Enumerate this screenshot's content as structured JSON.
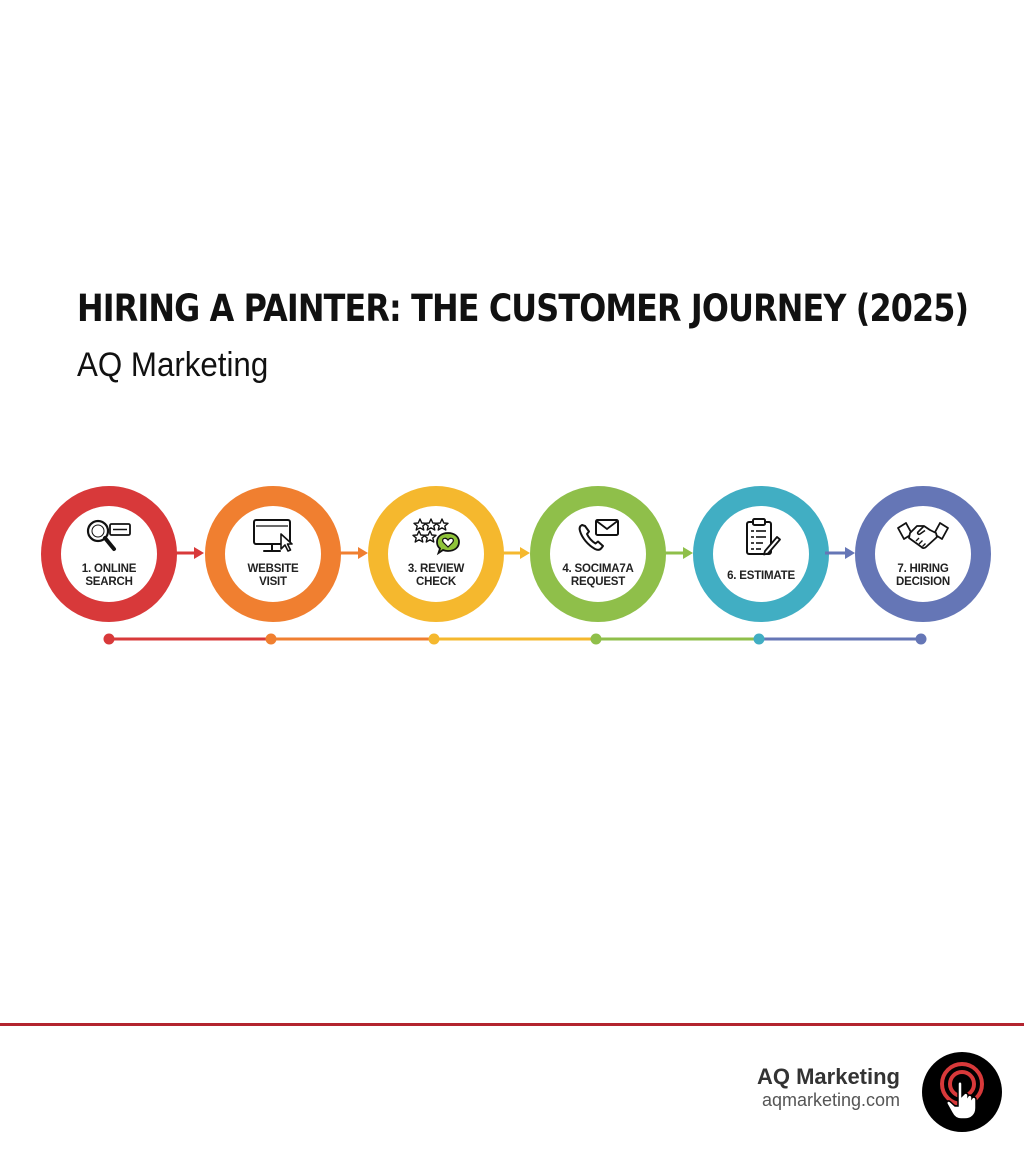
{
  "header": {
    "title": "HIRING A PAINTER: THE CUSTOMER JOURNEY (2025)",
    "subtitle": "AQ Marketing"
  },
  "steps": [
    {
      "label_line1": "1. ONLINE",
      "label_line2": "SEARCH",
      "icon": "magnifier-search-icon",
      "color": "#d8393a"
    },
    {
      "label_line1": "WEBSITE",
      "label_line2": "VISIT",
      "icon": "monitor-cursor-icon",
      "color": "#f07f30"
    },
    {
      "label_line1": "3. REVIEW",
      "label_line2": "CHECK",
      "icon": "stars-chat-heart-icon",
      "color": "#f5b82e"
    },
    {
      "label_line1": "4. SOCIMA7A",
      "label_line2": "REQUEST",
      "icon": "phone-envelope-icon",
      "color": "#8fbf4a"
    },
    {
      "label_line1": "6. ESTIMATE",
      "label_line2": "",
      "icon": "clipboard-pencil-icon",
      "color": "#41aec3"
    },
    {
      "label_line1": "7. HIRING",
      "label_line2": "DECISION",
      "icon": "handshake-icon",
      "color": "#6576b6"
    }
  ],
  "footer": {
    "brand_name": "AQ Marketing",
    "brand_url": "aqmarketing.com",
    "rule_color": "#b3242f",
    "logo_icon": "tap-hand-icon",
    "logo_accent": "#d8393a"
  }
}
